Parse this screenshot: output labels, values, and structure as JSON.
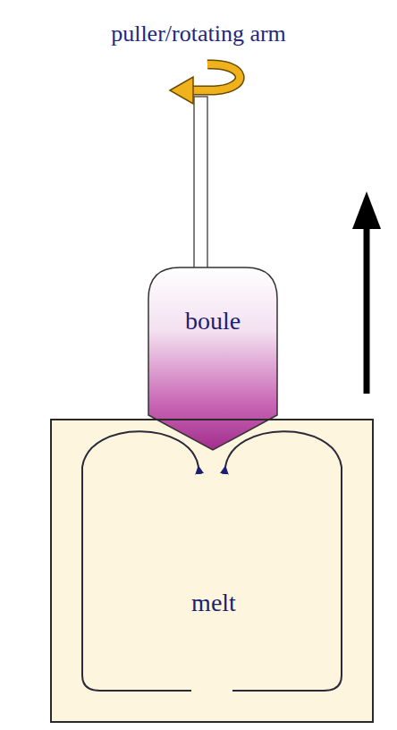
{
  "diagram": {
    "nodes": [
      {
        "text": [
          "boule"
        ]
      },
      {
        "text": [
          "melt"
        ]
      }
    ],
    "labels": [
      "puller/rotating arm"
    ]
  }
}
